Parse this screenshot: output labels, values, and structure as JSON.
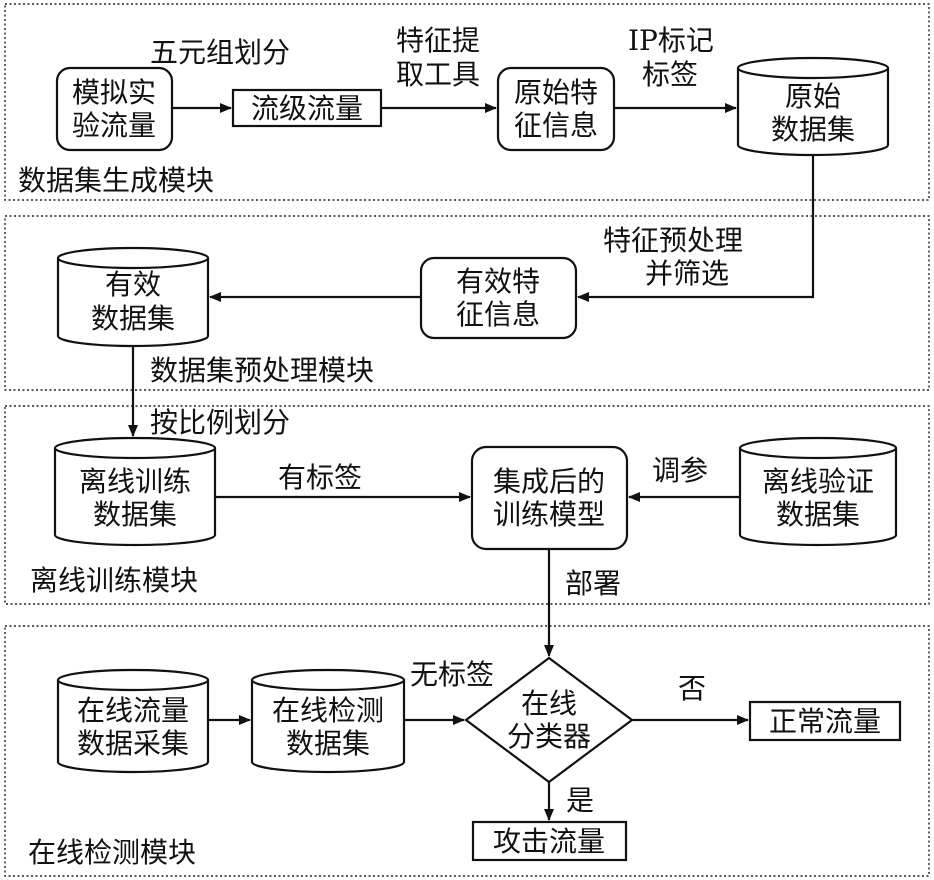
{
  "modules": {
    "generation": "数据集生成模块",
    "preprocess": "数据集预处理模块",
    "offline": "离线训练模块",
    "online": "在线检测模块"
  },
  "nodes": {
    "sim_traffic": [
      "模拟实",
      "验流量"
    ],
    "flow_traffic": "流级流量",
    "raw_features": [
      "原始特",
      "征信息"
    ],
    "raw_dataset": [
      "原始",
      "数据集"
    ],
    "valid_features": [
      "有效特",
      "征信息"
    ],
    "valid_dataset": [
      "有效",
      "数据集"
    ],
    "offline_train_set": [
      "离线训练",
      "数据集"
    ],
    "ensemble_model": [
      "集成后的",
      "训练模型"
    ],
    "offline_val_set": [
      "离线验证",
      "数据集"
    ],
    "online_collect": [
      "在线流量",
      "数据采集"
    ],
    "online_detect_set": [
      "在线检测",
      "数据集"
    ],
    "classifier": [
      "在线",
      "分类器"
    ],
    "normal_traffic": "正常流量",
    "attack_traffic": "攻击流量"
  },
  "edges": {
    "five_tuple": "五元组划分",
    "feature_extract": [
      "特征提",
      "取工具"
    ],
    "ip_label": [
      "IP标记",
      "标签"
    ],
    "feature_preprocess": [
      "特征预处理",
      "并筛选"
    ],
    "split_ratio": "按比例划分",
    "labeled": "有标签",
    "tune": "调参",
    "deploy": "部署",
    "unlabeled": "无标签",
    "no": "否",
    "yes": "是"
  }
}
